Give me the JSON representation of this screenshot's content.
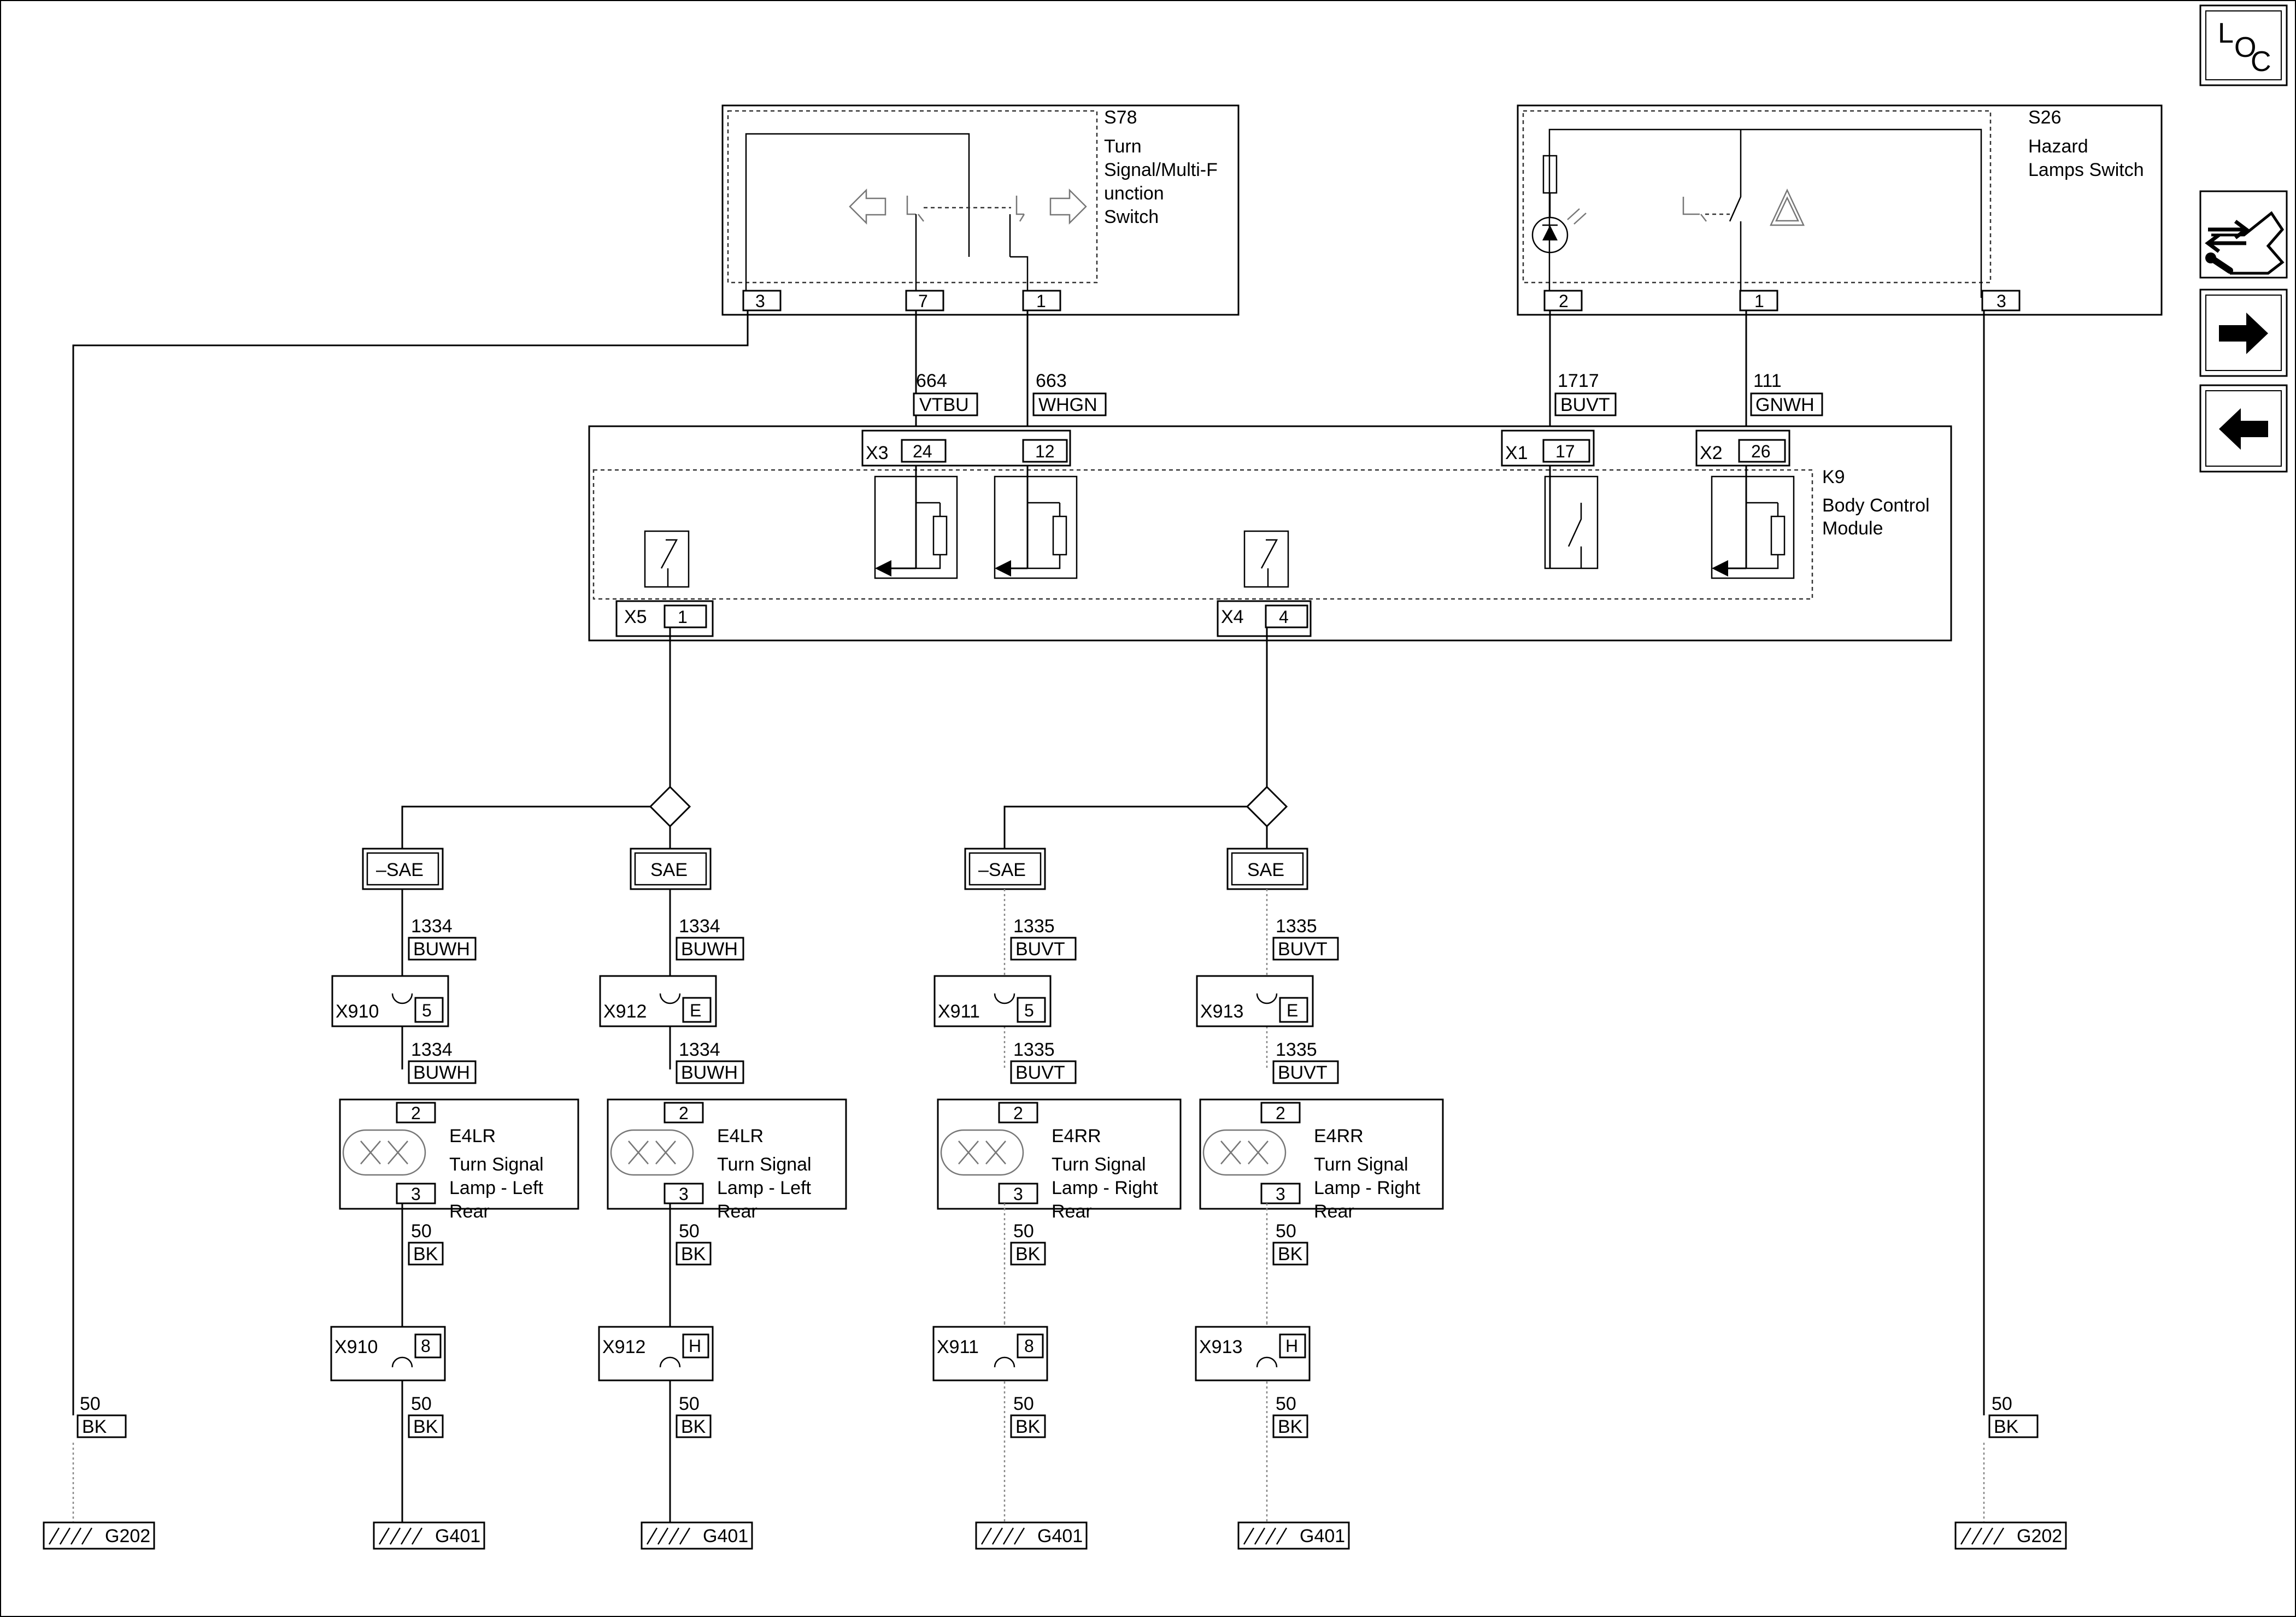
{
  "nav": {
    "loc_letters": [
      "L",
      "O",
      "C"
    ]
  },
  "s78": {
    "ref": "S78",
    "name_lines": [
      "Turn",
      "Signal/Multi-F",
      "unction",
      "Switch"
    ],
    "pins": [
      "3",
      "7",
      "1"
    ]
  },
  "s26": {
    "ref": "S26",
    "name_lines": [
      "Hazard",
      "Lamps Switch"
    ],
    "pins": [
      "2",
      "1",
      "3"
    ]
  },
  "k9": {
    "ref": "K9",
    "name_lines": [
      "Body Control",
      "Module"
    ],
    "connectors": [
      {
        "conn": "X3",
        "pin": "24"
      },
      {
        "conn": "",
        "pin": "12"
      },
      {
        "conn": "X1",
        "pin": "17"
      },
      {
        "conn": "X2",
        "pin": "26"
      },
      {
        "conn": "X5",
        "pin": "1"
      },
      {
        "conn": "X4",
        "pin": "4"
      }
    ]
  },
  "upper_wires": [
    {
      "circuit": "664",
      "color": "VTBU"
    },
    {
      "circuit": "663",
      "color": "WHGN"
    },
    {
      "circuit": "1717",
      "color": "BUVT"
    },
    {
      "circuit": "111",
      "color": "GNWH"
    }
  ],
  "branches": [
    {
      "option": "–SAE",
      "wire1": {
        "circuit": "1334",
        "color": "BUWH"
      },
      "inline1": {
        "conn": "X910",
        "pin": "5"
      },
      "wire2": {
        "circuit": "1334",
        "color": "BUWH"
      },
      "lamp": {
        "ref": "E4LR",
        "name_lines": [
          "Turn Signal",
          "Lamp - Left",
          "Rear"
        ],
        "pin_top": "2",
        "pin_bottom": "3"
      },
      "wire3": {
        "circuit": "50",
        "color": "BK"
      },
      "inline2": {
        "conn": "X910",
        "pin": "8"
      },
      "wire4": {
        "circuit": "50",
        "color": "BK"
      },
      "ground": "G401"
    },
    {
      "option": "SAE",
      "wire1": {
        "circuit": "1334",
        "color": "BUWH"
      },
      "inline1": {
        "conn": "X912",
        "pin": "E"
      },
      "wire2": {
        "circuit": "1334",
        "color": "BUWH"
      },
      "lamp": {
        "ref": "E4LR",
        "name_lines": [
          "Turn Signal",
          "Lamp - Left",
          "Rear"
        ],
        "pin_top": "2",
        "pin_bottom": "3"
      },
      "wire3": {
        "circuit": "50",
        "color": "BK"
      },
      "inline2": {
        "conn": "X912",
        "pin": "H"
      },
      "wire4": {
        "circuit": "50",
        "color": "BK"
      },
      "ground": "G401"
    },
    {
      "option": "–SAE",
      "wire1": {
        "circuit": "1335",
        "color": "BUVT"
      },
      "inline1": {
        "conn": "X911",
        "pin": "5"
      },
      "wire2": {
        "circuit": "1335",
        "color": "BUVT"
      },
      "lamp": {
        "ref": "E4RR",
        "name_lines": [
          "Turn Signal",
          "Lamp - Right",
          "Rear"
        ],
        "pin_top": "2",
        "pin_bottom": "3"
      },
      "wire3": {
        "circuit": "50",
        "color": "BK"
      },
      "inline2": {
        "conn": "X911",
        "pin": "8"
      },
      "wire4": {
        "circuit": "50",
        "color": "BK"
      },
      "ground": "G401"
    },
    {
      "option": "SAE",
      "wire1": {
        "circuit": "1335",
        "color": "BUVT"
      },
      "inline1": {
        "conn": "X913",
        "pin": "E"
      },
      "wire2": {
        "circuit": "1335",
        "color": "BUVT"
      },
      "lamp": {
        "ref": "E4RR",
        "name_lines": [
          "Turn Signal",
          "Lamp - Right",
          "Rear"
        ],
        "pin_top": "2",
        "pin_bottom": "3"
      },
      "wire3": {
        "circuit": "50",
        "color": "BK"
      },
      "inline2": {
        "conn": "X913",
        "pin": "H"
      },
      "wire4": {
        "circuit": "50",
        "color": "BK"
      },
      "ground": "G401"
    }
  ],
  "side_grounds": [
    {
      "circuit": "50",
      "color": "BK",
      "ground": "G202"
    },
    {
      "circuit": "50",
      "color": "BK",
      "ground": "G202"
    }
  ]
}
